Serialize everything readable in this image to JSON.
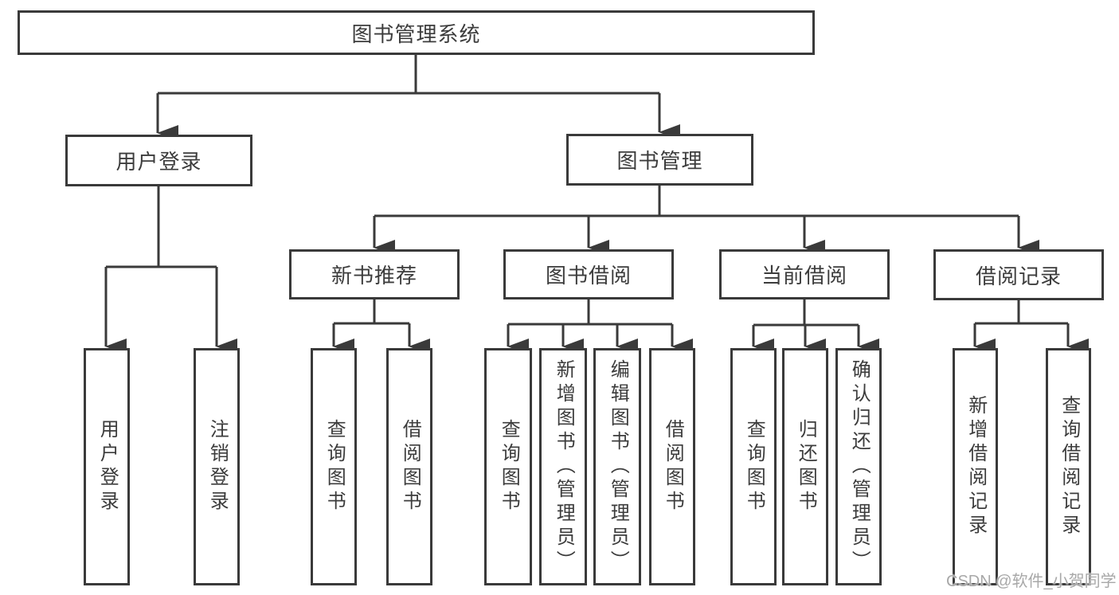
{
  "tree": {
    "label": "图书管理系统",
    "children": [
      {
        "label": "用户登录",
        "children": [
          {
            "label": "用户登录"
          },
          {
            "label": "注销登录"
          }
        ]
      },
      {
        "label": "图书管理",
        "children": [
          {
            "label": "新书推荐",
            "children": [
              {
                "label": "查询图书"
              },
              {
                "label": "借阅图书"
              }
            ]
          },
          {
            "label": "图书借阅",
            "children": [
              {
                "label": "查询图书"
              },
              {
                "label": "新增图书（管理员）"
              },
              {
                "label": "编辑图书（管理员）"
              },
              {
                "label": "借阅图书"
              }
            ]
          },
          {
            "label": "当前借阅",
            "children": [
              {
                "label": "查询图书"
              },
              {
                "label": "归还图书"
              },
              {
                "label": "确认归还（管理员）"
              }
            ]
          },
          {
            "label": "借阅记录",
            "children": [
              {
                "label": "新增借阅记录"
              },
              {
                "label": "查询借阅记录"
              }
            ]
          }
        ]
      }
    ]
  },
  "watermark": {
    "text": "CSDN @软件_小贺同学"
  },
  "colors": {
    "line": "#3a3a3a",
    "text": "#3c3c3c",
    "watermark": "#a8a8a8",
    "background": "#ffffff"
  }
}
